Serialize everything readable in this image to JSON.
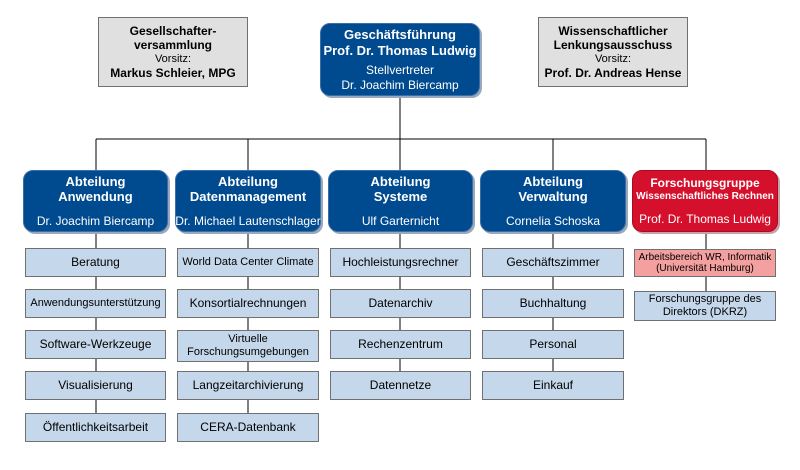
{
  "gesellschafter": {
    "title": "Gesellschafter-\nversammlung",
    "vorsitz_label": "Vorsitz:",
    "person": "Markus Schleier, MPG"
  },
  "geschaeftsfuehrung": {
    "title": "Geschäftsführung",
    "person": "Prof. Dr. Thomas Ludwig",
    "deputy_label": "Stellvertreter",
    "deputy": "Dr. Joachim Biercamp"
  },
  "lenkungsausschuss": {
    "title": "Wissenschaftlicher\nLenkungsausschuss",
    "vorsitz_label": "Vorsitz:",
    "person": "Prof. Dr. Andreas Hense"
  },
  "departments": [
    {
      "line1": "Abteilung",
      "line2": "Anwendung",
      "head": "Dr. Joachim Biercamp",
      "items": [
        "Beratung",
        "Anwendungsunterstützung",
        "Software-Werkzeuge",
        "Visualisierung",
        "Öffentlichkeitsarbeit"
      ]
    },
    {
      "line1": "Abteilung",
      "line2": "Datenmanagement",
      "head": "Dr. Michael Lautenschlager",
      "items": [
        "World Data Center Climate",
        "Konsortialrechnungen",
        "Virtuelle\nForschungsumgebungen",
        "Langzeitarchivierung",
        "CERA-Datenbank"
      ]
    },
    {
      "line1": "Abteilung",
      "line2": "Systeme",
      "head": "Ulf Garternicht",
      "items": [
        "Hochleistungsrechner",
        "Datenarchiv",
        "Rechenzentrum",
        "Datennetze"
      ]
    },
    {
      "line1": "Abteilung",
      "line2": "Verwaltung",
      "head": "Cornelia Schoska",
      "items": [
        "Geschäftszimmer",
        "Buchhaltung",
        "Personal",
        "Einkauf"
      ]
    },
    {
      "line1": "Forschungsgruppe",
      "line2": "Wissenschaftliches Rechnen",
      "head": "Prof. Dr. Thomas Ludwig",
      "items": [
        "Arbeitsbereich WR, Informatik\n(Universität Hamburg)",
        "Forschungsgruppe des\nDirektors (DKRZ)"
      ]
    }
  ],
  "colors": {
    "department": "#004a8f",
    "research": "#d5102d",
    "sub_item": "#c5d7ea",
    "sub_item_research": "#f4a0a0",
    "board": "#e0e0e0"
  }
}
